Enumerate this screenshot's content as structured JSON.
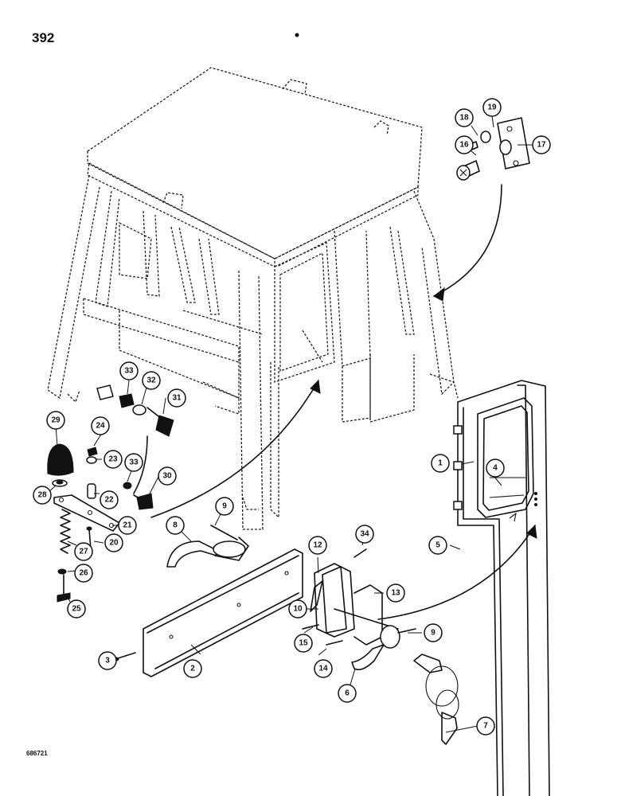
{
  "page_number": "392",
  "figure_code": "686721",
  "callouts": [
    {
      "label": "1"
    },
    {
      "label": "2"
    },
    {
      "label": "3"
    },
    {
      "label": "4"
    },
    {
      "label": "5"
    },
    {
      "label": "6"
    },
    {
      "label": "7"
    },
    {
      "label": "8"
    },
    {
      "label": "9"
    },
    {
      "label": "9"
    },
    {
      "label": "10"
    },
    {
      "label": "12"
    },
    {
      "label": "13"
    },
    {
      "label": "14"
    },
    {
      "label": "15"
    },
    {
      "label": "16"
    },
    {
      "label": "17"
    },
    {
      "label": "18"
    },
    {
      "label": "19"
    },
    {
      "label": "20"
    },
    {
      "label": "21"
    },
    {
      "label": "22"
    },
    {
      "label": "23"
    },
    {
      "label": "24"
    },
    {
      "label": "25"
    },
    {
      "label": "26"
    },
    {
      "label": "27"
    },
    {
      "label": "28"
    },
    {
      "label": "29"
    },
    {
      "label": "30"
    },
    {
      "label": "31"
    },
    {
      "label": "32"
    },
    {
      "label": "33"
    },
    {
      "label": "33"
    },
    {
      "label": "34"
    }
  ]
}
